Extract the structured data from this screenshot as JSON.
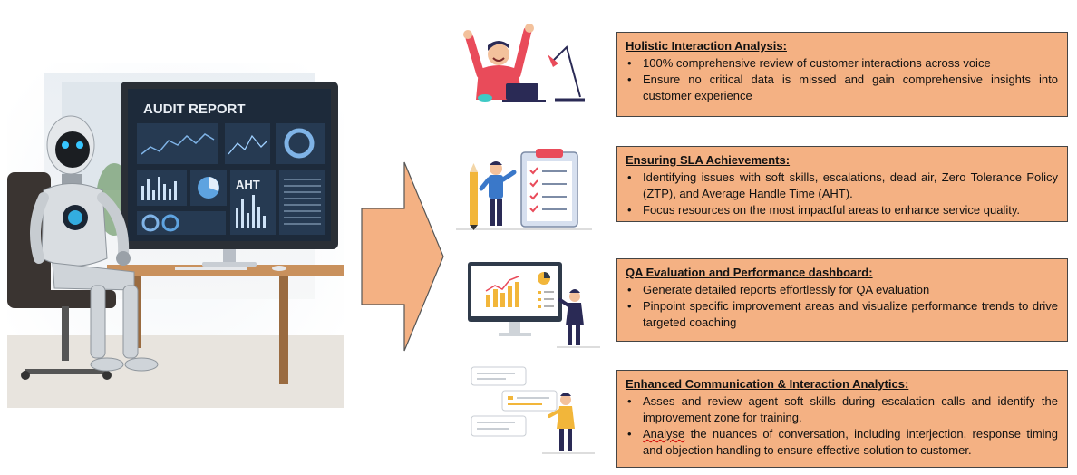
{
  "hero": {
    "screen_title": "AUDIT REPORT",
    "screen_badge": "AHT"
  },
  "sections": [
    {
      "title": "Holistic Interaction Analysis:",
      "bullets": [
        "100% comprehensive review of customer interactions across voice",
        "Ensure no critical data is missed and gain comprehensive insights into customer experience"
      ]
    },
    {
      "title": "Ensuring SLA Achievements:",
      "bullets": [
        "Identifying issues with soft skills, escalations, dead air, Zero Tolerance Policy (ZTP), and Average Handle Time (AHT).",
        "Focus resources on the most impactful areas to enhance service quality."
      ]
    },
    {
      "title": "QA Evaluation and Performance dashboard:",
      "bullets": [
        "Generate detailed reports effortlessly for QA evaluation",
        "Pinpoint specific improvement areas and visualize performance trends to drive targeted coaching"
      ]
    },
    {
      "title": "Enhanced Communication & Interaction Analytics:",
      "bullets": [
        "Asses and review agent soft skills during escalation calls and identify the improvement zone for training.",
        "the nuances of conversation, including interjection, response timing and objection handling to ensure effective solution to customer."
      ],
      "first_word_last_bullet": "Analyse"
    }
  ],
  "colors": {
    "box_fill": "#f4b183",
    "arrow_fill": "#f4b183",
    "accent_blue": "#1f6fb2"
  }
}
